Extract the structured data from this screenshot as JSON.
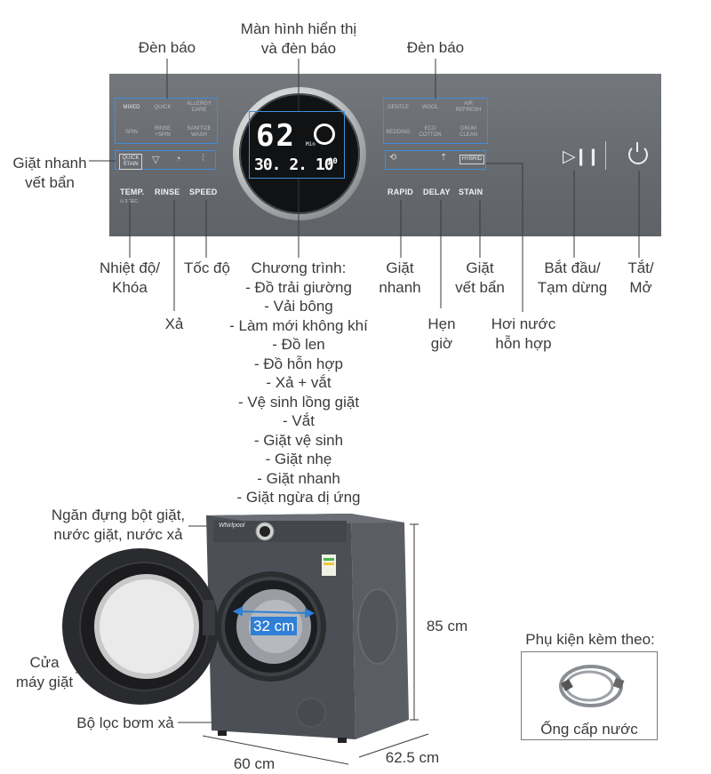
{
  "panel_labels": {
    "indicator_left": "Đèn báo",
    "display": [
      "Màn hình hiển thị",
      "và đèn báo"
    ],
    "indicator_right": "Đèn báo",
    "quick_stain_left": [
      "Giặt nhanh",
      "vết bẩn"
    ],
    "temp_lock": [
      "Nhiệt độ/",
      "Khóa"
    ],
    "speed": "Tốc độ",
    "rinse": "Xả",
    "programs_title": "Chương trình:",
    "programs": [
      "- Đồ trải giường",
      "- Vải bông",
      "- Làm mới không khí",
      "- Đồ len",
      "- Đồ hỗn hợp",
      "- Xả + vắt",
      "- Vệ sinh lồng giặt",
      "- Vắt",
      "- Giặt vệ sinh",
      "- Giặt nhẹ",
      "- Giặt nhanh",
      "- Giặt ngừa dị ứng"
    ],
    "rapid": [
      "Giặt",
      "nhanh"
    ],
    "delay": [
      "Hẹn",
      "giờ"
    ],
    "stain": [
      "Giặt",
      "vết bẩn"
    ],
    "hybrid": [
      "Hơi nước",
      "hỗn hợp"
    ],
    "start_pause": [
      "Bắt đầu/",
      "Tạm dừng"
    ],
    "power": [
      "Tắt/",
      "Mở"
    ]
  },
  "panel_text": {
    "left_indicators": [
      "MIXED",
      "QUICK",
      "ALLERGY CARE",
      "SPIN",
      "RINSE +SPIN",
      "SANITIZE WASH"
    ],
    "right_indicators": [
      "GENTLE",
      "WOOL",
      "AIR REFRESH",
      "BEDDING",
      "ECO COTTON",
      "DRUM CLEAN"
    ],
    "quick_stain": "QUICK STAIN",
    "buttons": [
      "TEMP.",
      "RINSE",
      "SPEED",
      "RAPID",
      "DELAY",
      "STAIN"
    ],
    "hybrid_tag": "HYBRID",
    "lcd_main": "62",
    "lcd_unit": "Min",
    "lcd_row": "30.  2. 10",
    "lcd_extra": "00"
  },
  "machine_labels": {
    "detergent": [
      "Ngăn đựng bột giặt,",
      "nước giặt, nước xả"
    ],
    "door": [
      "Cửa",
      "máy giặt"
    ],
    "filter": "Bộ lọc bơm xả",
    "door_diameter": "32 cm",
    "height": "85 cm",
    "width": "60 cm",
    "depth": "62.5 cm",
    "brand": "Whirlpool",
    "accessory_title": "Phụ kiện kèm theo:",
    "accessory_item": "Ống cấp nước"
  },
  "colors": {
    "panel": "#6b6f74",
    "highlight": "#3d8fe0",
    "machine_body": "#4f5359",
    "dimension": "#2f7fd6"
  }
}
